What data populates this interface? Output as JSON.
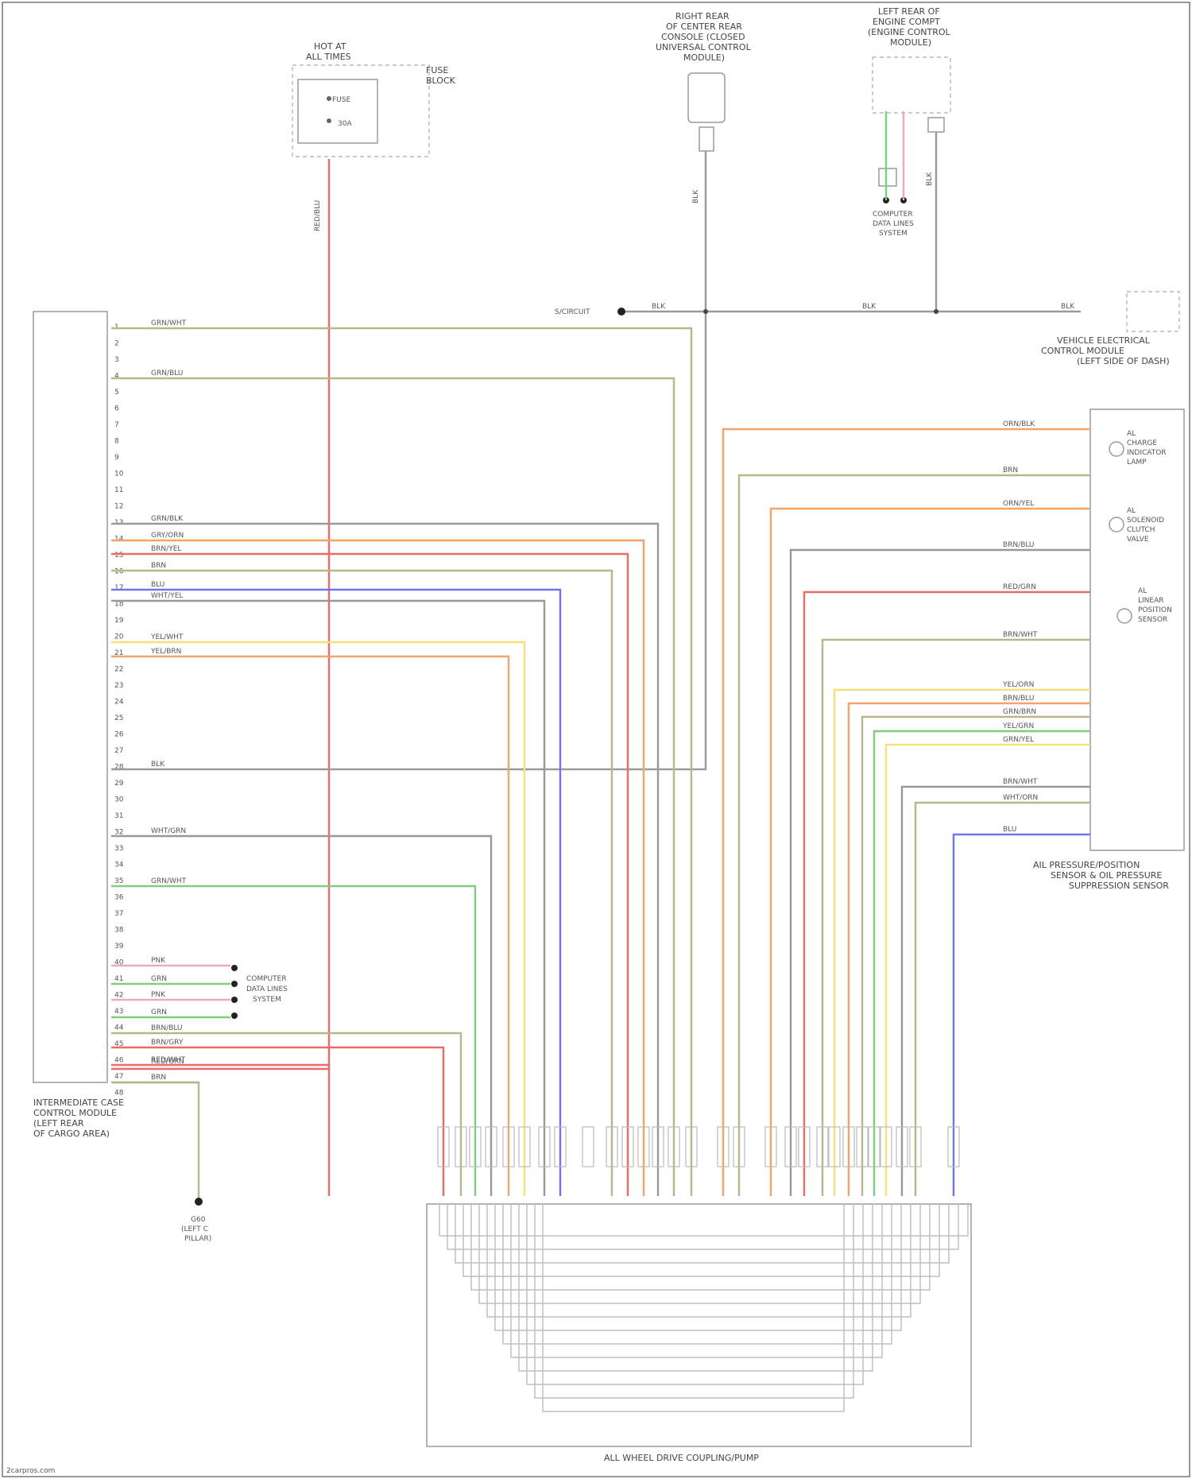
{
  "footer": {
    "watermark": "2carpros.com"
  },
  "components": {
    "module": {
      "lines": [
        "INTERMEDIATE CASE",
        "CONTROL MODULE",
        "(LEFT REAR",
        "OF CARGO AREA)"
      ]
    },
    "fuse_box": {
      "lines": [
        "HOT AT",
        "ALL TIMES"
      ],
      "side": [
        "FUSE",
        "BLOCK"
      ],
      "f1": "FUSE",
      "f2": "30A"
    },
    "top_mid": {
      "lines": [
        "RIGHT REAR",
        "OF CENTER REAR",
        "CONSOLE (CLOSED",
        "UNIVERSAL CONTROL",
        "MODULE)"
      ]
    },
    "top_right": {
      "lines": [
        "LEFT REAR OF",
        "ENGINE COMPT",
        "(ENGINE CONTROL",
        "MODULE)"
      ]
    },
    "right_small": {
      "lines": [
        "VEHICLE ELECTRICAL",
        "CONTROL MODULE",
        "(LEFT SIDE OF DASH)"
      ]
    },
    "right_big": {
      "lines": [
        "AIL PRESSURE/POSITION",
        "SENSOR & OIL PRESSURE",
        "SUPPRESSION SENSOR"
      ]
    },
    "connector_bottom": {
      "label": "ALL WHEEL DRIVE COUPLING/PUMP"
    },
    "ground": {
      "lines": [
        "G60",
        "(LEFT C",
        "PILLAR)"
      ]
    },
    "data_link": {
      "lines": [
        "COMPUTER",
        "DATA LINES",
        "SYSTEM"
      ]
    },
    "data_link_top": {
      "lines": [
        "COMPUTER",
        "DATA LINES",
        "SYSTEM"
      ]
    },
    "splice": {
      "label": "S/CIRCUIT"
    },
    "motor1": {
      "lines": [
        "AL",
        "CHARGE",
        "INDICATOR",
        "LAMP"
      ]
    },
    "motor2": {
      "lines": [
        "AL",
        "SOLENOID",
        "CLUTCH",
        "VALVE"
      ]
    },
    "motor3": {
      "lines": [
        "AL",
        "LINEAR",
        "POSITION",
        "SENSOR"
      ]
    }
  },
  "wires": {
    "w1": "GRN/WHT",
    "w2": "GRN/BLU",
    "w3": "GRN/BLK",
    "w4": "GRY/ORN",
    "w5": "BRN/YEL",
    "w6": "BRN",
    "w7": "BLU",
    "w8": "WHT/YEL",
    "w9": "YEL/WHT",
    "w10": "YEL/BRN",
    "w11": "BLK",
    "w12": "WHT/GRN",
    "w13": "GRN/WHT",
    "w14": "PNK",
    "w15": "GRN",
    "w16": "PNK",
    "w17": "GRN",
    "w18": "BRN/BLU",
    "w19": "BRN/GRY",
    "w20": "RED/WHT",
    "w21": "BRN",
    "w22": "RED/GRN",
    "fuse_wire": "RED/BLU",
    "mid_vert": "BLK",
    "right_vert": "BLK",
    "horiz1": "BLK",
    "horiz2": "BLK",
    "horiz3": "BLK",
    "r1": "ORN/BLK",
    "r2": "BRN",
    "r3": "ORN/YEL",
    "r4": "BRN/BLU",
    "r5": "RED/GRN",
    "r6": "BRN/WHT",
    "r7": "YEL/ORN",
    "r8": "BRN/BLU",
    "r9": "GRN/BRN",
    "r10": "YEL/GRN",
    "r11": "GRN/YEL",
    "r12": "BRN/WHT",
    "r13": "WHT/ORN",
    "r14": "BLU"
  },
  "pins": {
    "module_pins": [
      "1",
      "2",
      "3",
      "4",
      "5",
      "6",
      "7",
      "8",
      "9",
      "10",
      "11",
      "12",
      "13",
      "14",
      "15",
      "16",
      "17",
      "18",
      "19",
      "20",
      "21",
      "22",
      "23",
      "24",
      "25",
      "26",
      "27",
      "28",
      "29",
      "30",
      "31",
      "32",
      "33",
      "34",
      "35",
      "36",
      "37",
      "38",
      "39",
      "40",
      "41",
      "42",
      "43",
      "44",
      "45",
      "46",
      "47",
      "48"
    ]
  },
  "colors": {
    "red": "#f06a6a",
    "pink": "#f3a6c4",
    "green": "#7fce7f",
    "olive": "#b7b78a",
    "gray": "#999999",
    "blue": "#7373f0",
    "yellow": "#f5e07a",
    "orange": "#f5a36a"
  }
}
